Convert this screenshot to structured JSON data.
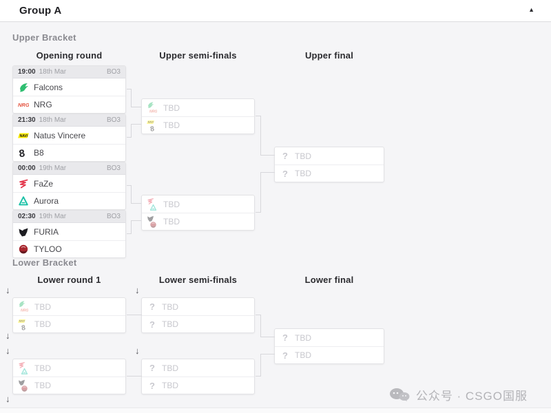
{
  "title_bar": {
    "title": "Group A",
    "collapse_icon": "▲"
  },
  "icons": {
    "drop_arrow": "↓",
    "unknown": "?"
  },
  "upper_bracket": {
    "label": "Upper Bracket",
    "columns": [
      "Opening round",
      "Upper semi-finals",
      "Upper final"
    ],
    "opening_matches": [
      {
        "time": "19:00",
        "date": "18th Mar",
        "format": "BO3",
        "teams": [
          {
            "name": "Falcons",
            "logo": "falcons"
          },
          {
            "name": "NRG",
            "logo": "nrg"
          }
        ]
      },
      {
        "time": "21:30",
        "date": "18th Mar",
        "format": "BO3",
        "teams": [
          {
            "name": "Natus Vincere",
            "logo": "navi"
          },
          {
            "name": "B8",
            "logo": "b8"
          }
        ]
      },
      {
        "time": "00:00",
        "date": "19th Mar",
        "format": "BO3",
        "teams": [
          {
            "name": "FaZe",
            "logo": "faze"
          },
          {
            "name": "Aurora",
            "logo": "aurora"
          }
        ]
      },
      {
        "time": "02:30",
        "date": "19th Mar",
        "format": "BO3",
        "teams": [
          {
            "name": "FURIA",
            "logo": "furia"
          },
          {
            "name": "TYLOO",
            "logo": "tyloo"
          }
        ]
      }
    ],
    "semi_finals": [
      {
        "slots": [
          {
            "label": "TBD",
            "possible_logos": [
              "falcons",
              "nrg"
            ]
          },
          {
            "label": "TBD",
            "possible_logos": [
              "navi",
              "b8"
            ]
          }
        ]
      },
      {
        "slots": [
          {
            "label": "TBD",
            "possible_logos": [
              "faze",
              "aurora"
            ]
          },
          {
            "label": "TBD",
            "possible_logos": [
              "furia",
              "tyloo"
            ]
          }
        ]
      }
    ],
    "final": {
      "slots": [
        {
          "label": "TBD"
        },
        {
          "label": "TBD"
        }
      ]
    }
  },
  "lower_bracket": {
    "label": "Lower Bracket",
    "columns": [
      "Lower round 1",
      "Lower semi-finals",
      "Lower final"
    ],
    "round1_matches": [
      {
        "slots": [
          {
            "label": "TBD",
            "possible_logos": [
              "falcons",
              "nrg"
            ]
          },
          {
            "label": "TBD",
            "possible_logos": [
              "navi",
              "b8"
            ]
          }
        ]
      },
      {
        "slots": [
          {
            "label": "TBD",
            "possible_logos": [
              "faze",
              "aurora"
            ]
          },
          {
            "label": "TBD",
            "possible_logos": [
              "furia",
              "tyloo"
            ]
          }
        ]
      }
    ],
    "semi_finals": [
      {
        "slots": [
          {
            "label": "TBD"
          },
          {
            "label": "TBD"
          }
        ]
      },
      {
        "slots": [
          {
            "label": "TBD"
          },
          {
            "label": "TBD"
          }
        ]
      }
    ],
    "final": {
      "slots": [
        {
          "label": "TBD"
        },
        {
          "label": "TBD"
        }
      ]
    }
  },
  "logo_colors": {
    "falcons": "#2fbe71",
    "nrg": "#e4533f",
    "navi": "#ffee00",
    "b8": "#232327",
    "faze": "#e43a4e",
    "aurora": "#17c0a5",
    "furia": "#1d1d21",
    "tyloo": "#a8272f"
  },
  "watermark": {
    "text": "公众号 · CSGO国服"
  }
}
